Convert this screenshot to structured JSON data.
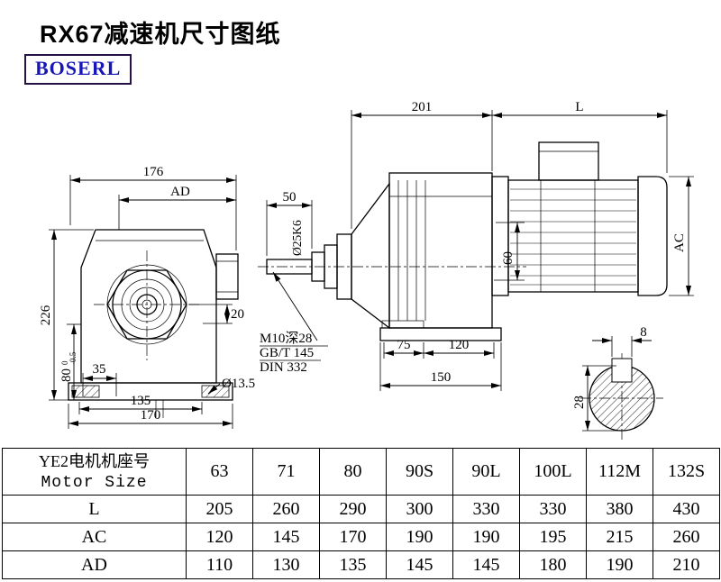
{
  "page": {
    "title": "RX67减速机尺寸图纸",
    "brand": "BOSERL"
  },
  "front_view": {
    "w176": "176",
    "ad": "AD",
    "h226": "226",
    "h80": "80",
    "tol_up": "0",
    "tol_dn": "-0.5",
    "d35": "35",
    "d135": "135",
    "d170": "170",
    "d20": "20",
    "dia135": "Ø13.5"
  },
  "side_view": {
    "d201": "201",
    "L": "L",
    "d50": "50",
    "shaft_dia": "Ø25K6",
    "d60": "60",
    "ac": "AC",
    "thread": "M10深28",
    "gbt": "GB/T 145",
    "din": "DIN 332",
    "d75": "75",
    "d120": "120",
    "d150": "150"
  },
  "shaft_view": {
    "key_w": "8",
    "key_h": "28"
  },
  "table": {
    "header_cn": "YE2电机机座号",
    "header_en": "Motor Size",
    "sizes": [
      "63",
      "71",
      "80",
      "90S",
      "90L",
      "100L",
      "112M",
      "132S"
    ],
    "rows": [
      {
        "label": "L",
        "values": [
          "205",
          "260",
          "290",
          "300",
          "330",
          "330",
          "380",
          "430"
        ]
      },
      {
        "label": "AC",
        "values": [
          "120",
          "145",
          "170",
          "190",
          "190",
          "195",
          "215",
          "260"
        ]
      },
      {
        "label": "AD",
        "values": [
          "110",
          "130",
          "135",
          "145",
          "145",
          "180",
          "190",
          "210"
        ]
      }
    ]
  }
}
